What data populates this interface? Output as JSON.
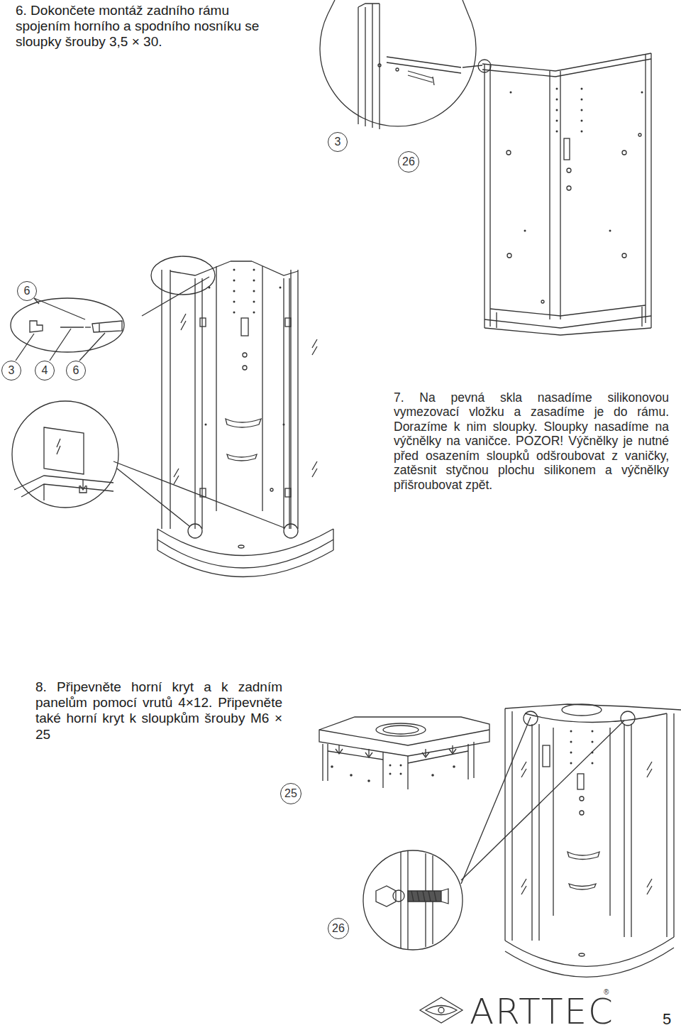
{
  "diagram": {
    "nodes": [
      {
        "text": [
          "3"
        ]
      },
      {
        "text": [
          "26"
        ]
      },
      {
        "text": [
          "6"
        ]
      },
      {
        "text": [
          "3"
        ]
      },
      {
        "text": [
          "4"
        ]
      },
      {
        "text": [
          "6"
        ]
      },
      {
        "text": [
          "25"
        ]
      },
      {
        "text": [
          "26"
        ]
      }
    ],
    "labels": [
      "6. Dokončete montáž zadního rámu spojením horního a spodního nosníku se sloupky šrouby 3,5 × 30.",
      "7. Na pevná skla nasadíme silikonovou vymezovací vložku a zasadíme je do rámu. Dorazíme k nim sloupky. Sloupky nasadíme na výčnělky na vaničce. POZOR! Výčnělky je nutné před osazením sloupků odšroubovat z vaničky, zatěsnit styčnou plochu silikonem a výčnělky přišroubovat zpět.",
      "8. Připevněte horní kryt a k zadním panelům pomocí vrutů 4×12. Připevněte také horní kryt k sloupkům šrouby M6 × 25",
      "ARTTEC",
      "®",
      "5"
    ]
  }
}
